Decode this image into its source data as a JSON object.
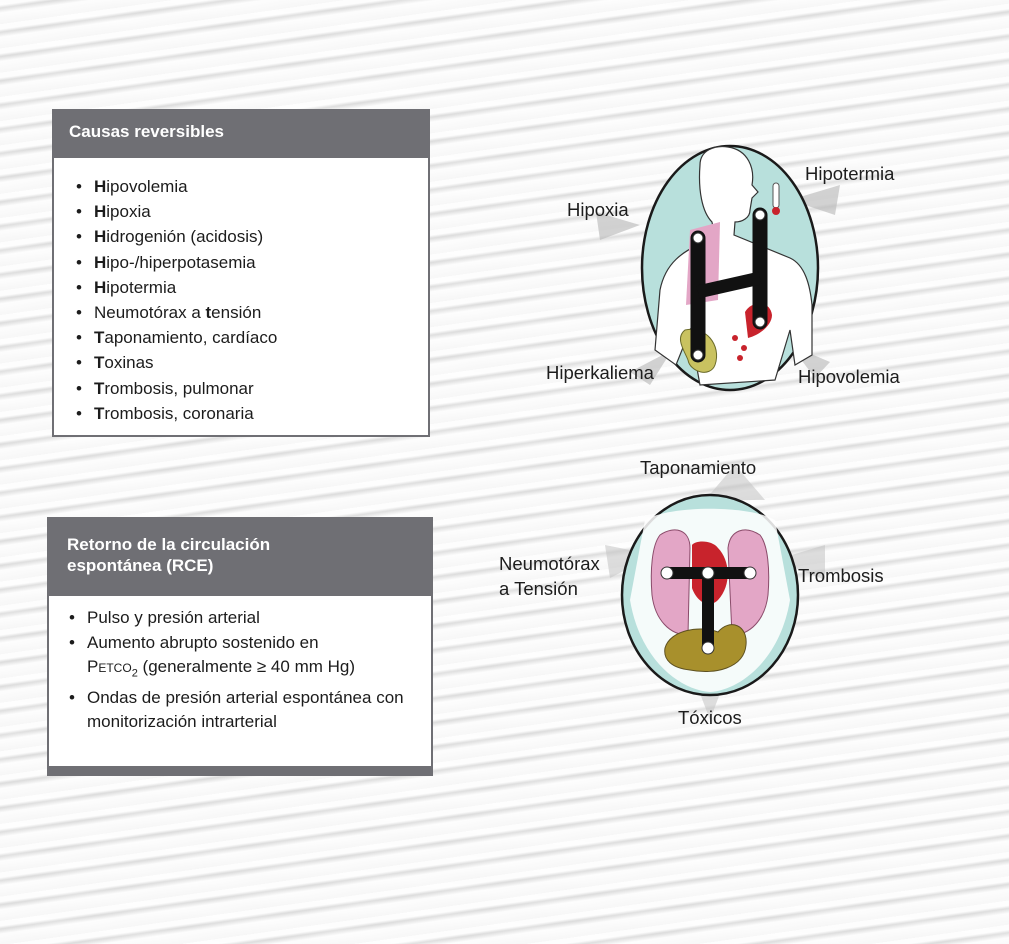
{
  "causas_box": {
    "title": "Causas reversibles",
    "items": [
      {
        "bold": "H",
        "rest": "ipovolemia"
      },
      {
        "bold": "H",
        "rest": "ipoxia"
      },
      {
        "bold": "H",
        "rest": "idrogenión (acidosis)"
      },
      {
        "bold": "H",
        "rest": "ipo-/hiperpotasemia"
      },
      {
        "bold": "H",
        "rest": "ipotermia"
      },
      {
        "pre": "Neumotórax a ",
        "bold": "t",
        "rest": "ensión"
      },
      {
        "bold": "T",
        "rest": "aponamiento, cardíaco"
      },
      {
        "bold": "T",
        "rest": "oxinas"
      },
      {
        "bold": "T",
        "rest": "rombosis, pulmonar"
      },
      {
        "bold": "T",
        "rest": "rombosis, coronaria"
      }
    ]
  },
  "rce_box": {
    "title_line1": "Retorno de la circulación",
    "title_line2": "espontánea (RCE)",
    "item1": "Pulso y presión arterial",
    "item2_line1": "Aumento abrupto sostenido en",
    "item2_petco": "Petco",
    "item2_sub": "2",
    "item2_rest": " (generalmente ≥ 40 mm Hg)",
    "item3": "Ondas de presión arterial espontánea con monitorización intrarterial"
  },
  "h_diagram": {
    "hipoxia": "Hipoxia",
    "hipotermia": "Hipotermia",
    "hiperkaliema": "Hiperkaliema",
    "hipovolemia": "Hipovolemia"
  },
  "t_diagram": {
    "taponamiento": "Taponamiento",
    "neumotorax_line1": "Neumotórax",
    "neumotorax_line2": "a Tensión",
    "trombosis": "Trombosis",
    "toxicos": "Tóxicos"
  },
  "colors": {
    "header": "#6f6f74",
    "bg_teal": "#b8e0dc",
    "lung_pink": "#e3a6c6",
    "heart_red": "#c8232c",
    "kidney_yellow": "#c9c260"
  }
}
